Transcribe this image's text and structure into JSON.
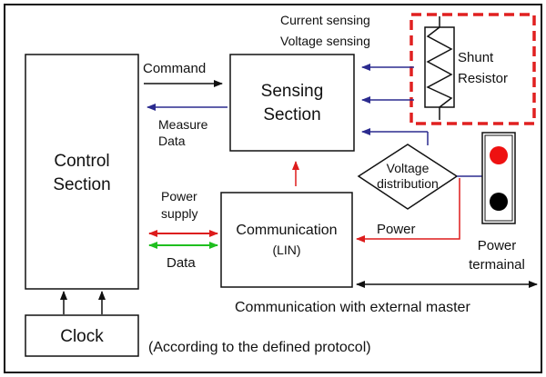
{
  "blocks": {
    "control": {
      "line1": "Control",
      "line2": "Section"
    },
    "sensing": {
      "line1": "Sensing",
      "line2": "Section"
    },
    "communication": {
      "line1": "Communication",
      "line2": "(LIN)"
    },
    "clock": {
      "label": "Clock"
    },
    "shunt": {
      "line1": "Shunt",
      "line2": "Resistor"
    },
    "voltage_distribution": {
      "line1": "Voltage",
      "line2": "distribution"
    }
  },
  "labels": {
    "current_sensing": "Current sensing",
    "voltage_sensing": "Voltage sensing",
    "command": "Command",
    "measure": "Measure",
    "data_out": "Data",
    "power_supply_1": "Power",
    "power_supply_2": "supply",
    "data": "Data",
    "power": "Power",
    "power_terminal_1": "Power",
    "power_terminal_2": "termainal",
    "communication_external": "Communication  with  external master",
    "protocol_note": "(According to the defined protocol)"
  },
  "colors": {
    "block_border": "#111111",
    "command_arrow": "#111111",
    "measure_arrow": "#2b2b8f",
    "sensing_arrows": "#2b2b8f",
    "power_arrow": "#dd1c1c",
    "data_arrow": "#1fbf1f",
    "shunt_dashed_border": "#e02020",
    "terminal_top": "#ee1111",
    "terminal_bottom": "#000000"
  }
}
